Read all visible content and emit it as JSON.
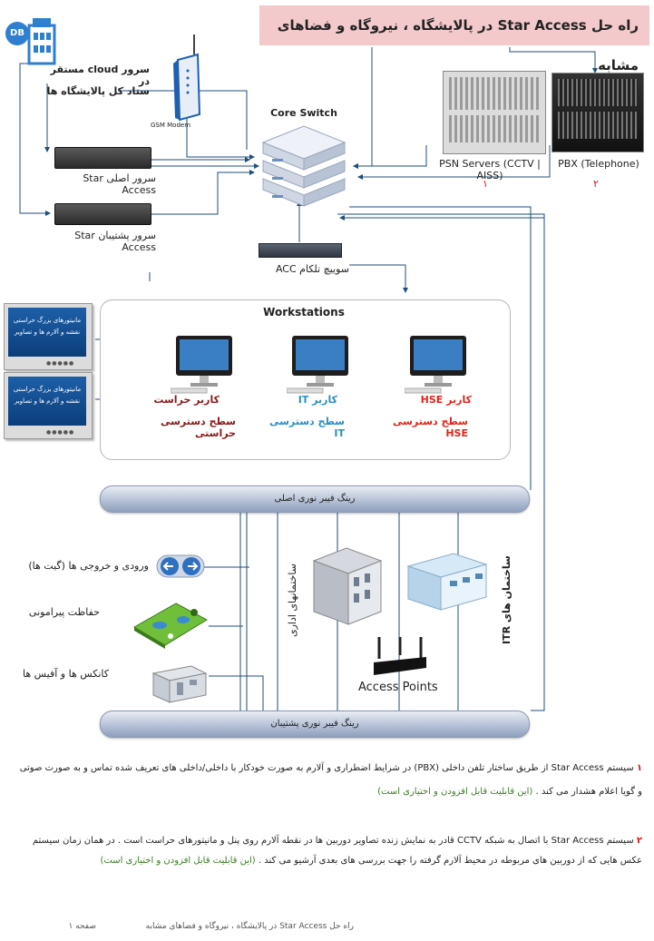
{
  "title": {
    "main": "راه حل Star Access در پالایشگاه ، نیروگاه و فضاهای مشابه"
  },
  "top_left": {
    "db_badge": "DB",
    "cloud_line1": "سرور cloud مستقر در",
    "cloud_line2": "ستاد کل پالایشگاه ها"
  },
  "devices": {
    "gsm_modem": "GSM Modem",
    "core_switch": "Core Switch",
    "primary_server": "سرور اصلی Star Access",
    "backup_server": "سرور پشتیبان Star Access",
    "acc_switch": "سوییچ تلکام ACC",
    "psn_servers": "PSN Servers (CCTV | AISS)",
    "psn_num": "۱",
    "pbx": "PBX (Telephone)",
    "pbx_num": "۲"
  },
  "workstations": {
    "title": "Workstations",
    "guard_label": "کاربر حراست",
    "guard_access": "سطح دسترسی حراستی",
    "it_label": "کاربر IT",
    "it_access": "سطح دسترسی IT",
    "hse_label": "کاربر HSE",
    "hse_access": "سطح دسترسی HSE",
    "monitor1_line1": "مانیتورهای بزرگ حراستی",
    "monitor1_line2": "نقشه و آلارم ها و تصاویر",
    "monitor2_line1": "مانیتورهای بزرگ حراستی",
    "monitor2_line2": "نقشه و آلارم ها و تصاویر"
  },
  "rings": {
    "main": "رینگ فیبر نوری اصلی",
    "backup": "رینگ فیبر نوری پشتیبان"
  },
  "field": {
    "gates": "ورودی و خروجی ها (گیت ها)",
    "perimeter": "حفاظت پیرامونی",
    "kiosks": "کانکس ها و آفیس ها",
    "admin_buildings": "ساختمانهای اداری",
    "itr_buildings": "ساختمان های ITR",
    "access_points": "Access Points"
  },
  "notes": {
    "n1_num": "۱",
    "n1_line1": "سیستم Star Access از طریق ساختار تلفن داخلی (PBX) در شرایط اضطراری و آلارم به صورت خودکار با داخلی/داخلی های تعریف شده تماس و به صورت صوتی",
    "n1_line2": "و گویا اعلام هشدار می کند .",
    "n1_note": "(این قابلیت قابل افزودن و اختیاری است)",
    "n2_num": "۲",
    "n2_line1": "سیستم Star Access با اتصال به شبکه CCTV قادر به نمایش زنده تصاویر دوربین ها در نقطه آلارم روی پنل و مانیتورهای حراست است . در همان زمان سیستم",
    "n2_line2": "عکس هایی که از دوربین های مربوطه در محیط آلارم گرفته را جهت بررسی های بعدی آرشیو می کند .",
    "n2_note": "(این قابلیت قابل افزودن و اختیاری است)"
  },
  "footer": {
    "title": "راه حل Star Access در پالایشگاه ، نیروگاه و فضاهای مشابه",
    "page": "صفحه ۱"
  },
  "colors": {
    "line": "#1f4e79",
    "title_bg": "#f3c9cb",
    "red": "#d11111",
    "hse": "#e0261c",
    "it": "#2b8fc2",
    "guard": "#8b1a1a",
    "note_green": "#3d7b25"
  }
}
